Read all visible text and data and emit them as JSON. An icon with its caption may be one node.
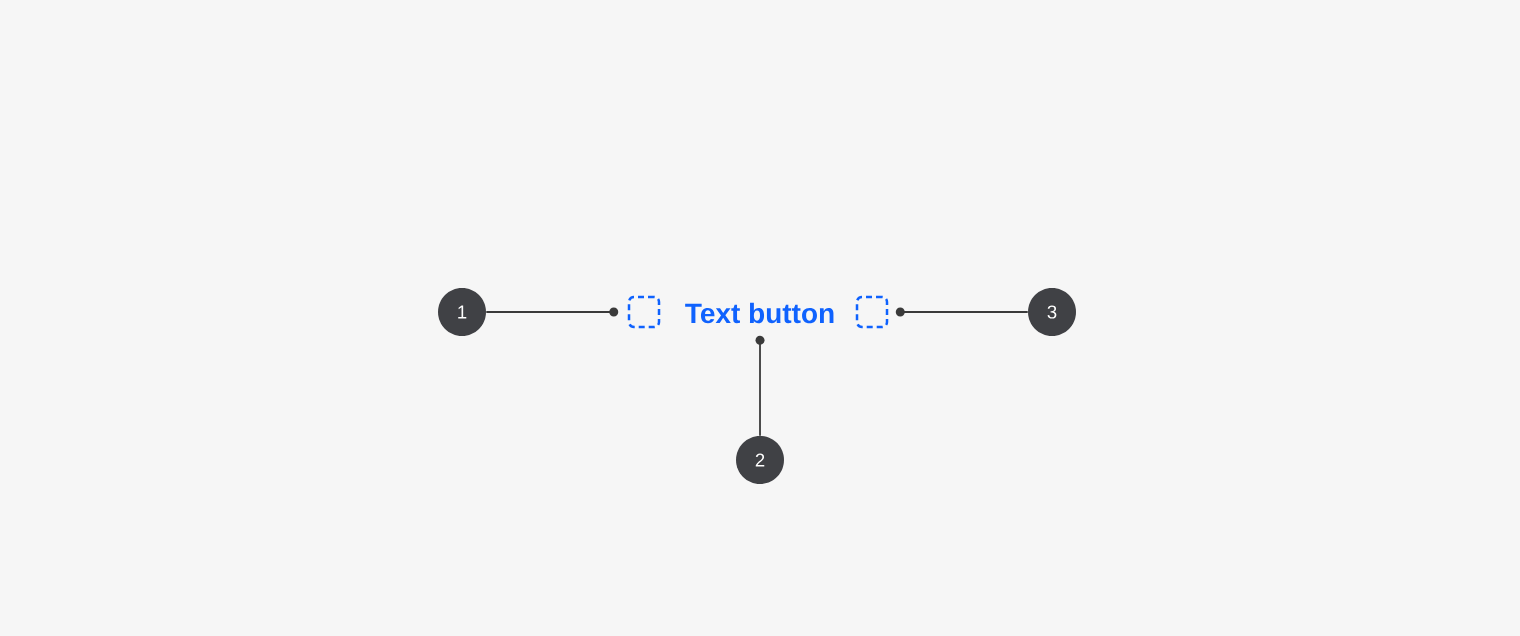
{
  "diagram": {
    "nodes": [
      {
        "text": [
          "1"
        ]
      },
      {
        "text": [],
        "shape": "box"
      },
      {
        "text": [
          "Text button"
        ]
      },
      {
        "text": [
          "2"
        ]
      },
      {
        "text": [],
        "shape": "box"
      },
      {
        "text": [
          "3"
        ]
      }
    ],
    "edges": [
      {
        "from": 0,
        "to": 1,
        "arrow": "to"
      },
      {
        "from": 3,
        "to": 2,
        "arrow": "to"
      },
      {
        "from": 5,
        "to": 4,
        "arrow": "to"
      }
    ]
  }
}
